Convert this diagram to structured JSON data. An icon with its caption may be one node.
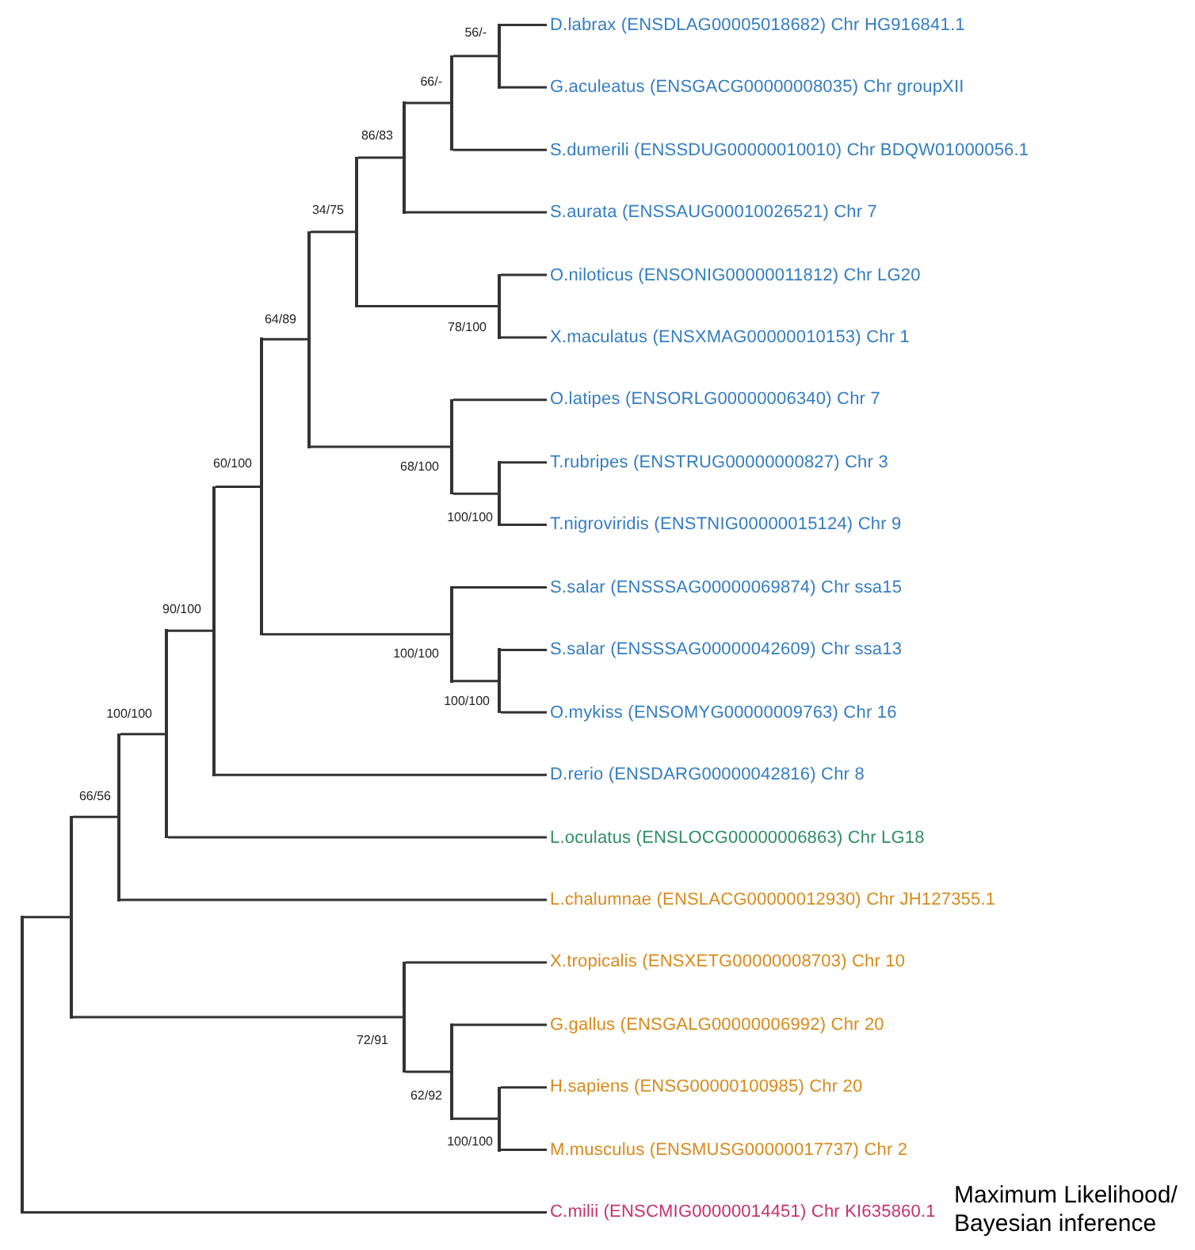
{
  "diagram": {
    "nodes": [
      {
        "text": [],
        "shape": "bar"
      },
      {
        "text": [],
        "shape": "bar"
      },
      {
        "text": [],
        "shape": "bar",
        "beside": [
          "66/56"
        ]
      },
      {
        "text": [],
        "shape": "bar",
        "beside": [
          "100/100"
        ]
      },
      {
        "text": [],
        "shape": "bar",
        "beside": [
          "90/100"
        ]
      },
      {
        "text": [],
        "shape": "bar",
        "beside": [
          "60/100"
        ]
      },
      {
        "text": [],
        "shape": "bar",
        "beside": [
          "64/89"
        ]
      },
      {
        "text": [],
        "shape": "bar",
        "beside": [
          "34/75"
        ]
      },
      {
        "text": [],
        "shape": "bar",
        "beside": [
          "86/83"
        ]
      },
      {
        "text": [],
        "shape": "bar",
        "beside": [
          "66/-"
        ]
      },
      {
        "text": [],
        "shape": "bar",
        "beside": [
          "56/-"
        ]
      },
      {
        "text": [
          "D.labrax (ENSDLAG00005018682) Chr HG916841.1"
        ]
      },
      {
        "text": [
          "G.aculeatus (ENSGACG00000008035) Chr groupXII"
        ]
      },
      {
        "text": [
          "S.dumerili (ENSSDUG00000010010) Chr BDQW01000056.1"
        ]
      },
      {
        "text": [
          "S.aurata (ENSSAUG00010026521) Chr 7"
        ]
      },
      {
        "text": [],
        "shape": "bar",
        "beside": [
          "78/100"
        ]
      },
      {
        "text": [
          "O.niloticus (ENSONIG00000011812) Chr LG20"
        ]
      },
      {
        "text": [
          "X.maculatus (ENSXMAG00000010153) Chr 1"
        ]
      },
      {
        "text": [],
        "shape": "bar",
        "beside": [
          "68/100"
        ]
      },
      {
        "text": [
          "O.latipes (ENSORLG00000006340) Chr 7"
        ]
      },
      {
        "text": [],
        "shape": "bar",
        "beside": [
          "100/100"
        ]
      },
      {
        "text": [
          "T.rubripes (ENSTRUG00000000827) Chr 3"
        ]
      },
      {
        "text": [
          "T.nigroviridis (ENSTNIG00000015124) Chr 9"
        ]
      },
      {
        "text": [],
        "shape": "bar",
        "beside": [
          "100/100"
        ]
      },
      {
        "text": [
          "S.salar (ENSSSAG00000069874) Chr ssa15"
        ]
      },
      {
        "text": [],
        "shape": "bar",
        "beside": [
          "100/100"
        ]
      },
      {
        "text": [
          "S.salar (ENSSSAG00000042609) Chr ssa13"
        ]
      },
      {
        "text": [
          "O.mykiss (ENSOMYG00000009763) Chr 16"
        ]
      },
      {
        "text": [
          "D.rerio (ENSDARG00000042816) Chr 8"
        ]
      },
      {
        "text": [
          "L.oculatus (ENSLOCG00000006863) Chr LG18"
        ]
      },
      {
        "text": [
          "L.chalumnae (ENSLACG00000012930) Chr JH127355.1"
        ]
      },
      {
        "text": [],
        "shape": "bar",
        "beside": [
          "72/91"
        ]
      },
      {
        "text": [
          "X.tropicalis (ENSXETG00000008703) Chr 10"
        ]
      },
      {
        "text": [],
        "shape": "bar",
        "beside": [
          "62/92"
        ]
      },
      {
        "text": [
          "G.gallus (ENSGALG00000006992) Chr 20"
        ]
      },
      {
        "text": [],
        "shape": "bar",
        "beside": [
          "100/100"
        ]
      },
      {
        "text": [
          "H.sapiens (ENSG00000100985) Chr 20"
        ]
      },
      {
        "text": [
          "M.musculus (ENSMUSG00000017737) Chr 2"
        ]
      },
      {
        "text": [
          "C.milii (ENSCMIG00000014451) Chr KI635860.1"
        ]
      }
    ],
    "edges": [
      {
        "from": 0,
        "to": 1,
        "arrow": "none"
      },
      {
        "from": 1,
        "to": 2,
        "arrow": "none"
      },
      {
        "from": 2,
        "to": 3,
        "arrow": "none"
      },
      {
        "from": 3,
        "to": 4,
        "arrow": "none"
      },
      {
        "from": 4,
        "to": 5,
        "arrow": "none"
      },
      {
        "from": 5,
        "to": 6,
        "arrow": "none"
      },
      {
        "from": 6,
        "to": 7,
        "arrow": "none"
      },
      {
        "from": 7,
        "to": 8,
        "arrow": "none"
      },
      {
        "from": 8,
        "to": 9,
        "arrow": "none"
      },
      {
        "from": 9,
        "to": 10,
        "arrow": "none"
      },
      {
        "from": 10,
        "to": 11,
        "arrow": "none"
      },
      {
        "from": 10,
        "to": 12,
        "arrow": "none"
      },
      {
        "from": 9,
        "to": 13,
        "arrow": "none"
      },
      {
        "from": 8,
        "to": 14,
        "arrow": "none"
      },
      {
        "from": 7,
        "to": 15,
        "arrow": "none"
      },
      {
        "from": 15,
        "to": 16,
        "arrow": "none"
      },
      {
        "from": 15,
        "to": 17,
        "arrow": "none"
      },
      {
        "from": 6,
        "to": 18,
        "arrow": "none"
      },
      {
        "from": 18,
        "to": 19,
        "arrow": "none"
      },
      {
        "from": 18,
        "to": 20,
        "arrow": "none"
      },
      {
        "from": 20,
        "to": 21,
        "arrow": "none"
      },
      {
        "from": 20,
        "to": 22,
        "arrow": "none"
      },
      {
        "from": 5,
        "to": 23,
        "arrow": "none"
      },
      {
        "from": 23,
        "to": 24,
        "arrow": "none"
      },
      {
        "from": 23,
        "to": 25,
        "arrow": "none"
      },
      {
        "from": 25,
        "to": 26,
        "arrow": "none"
      },
      {
        "from": 25,
        "to": 27,
        "arrow": "none"
      },
      {
        "from": 4,
        "to": 28,
        "arrow": "none"
      },
      {
        "from": 3,
        "to": 29,
        "arrow": "none"
      },
      {
        "from": 2,
        "to": 30,
        "arrow": "none"
      },
      {
        "from": 1,
        "to": 31,
        "arrow": "none"
      },
      {
        "from": 31,
        "to": 32,
        "arrow": "none"
      },
      {
        "from": 31,
        "to": 33,
        "arrow": "none"
      },
      {
        "from": 33,
        "to": 34,
        "arrow": "none"
      },
      {
        "from": 33,
        "to": 35,
        "arrow": "none"
      },
      {
        "from": 35,
        "to": 36,
        "arrow": "none"
      },
      {
        "from": 35,
        "to": 37,
        "arrow": "none"
      },
      {
        "from": 0,
        "to": 38,
        "arrow": "none"
      }
    ],
    "labels": [
      "Maximum Likelihood/ Bayesian inference"
    ]
  }
}
